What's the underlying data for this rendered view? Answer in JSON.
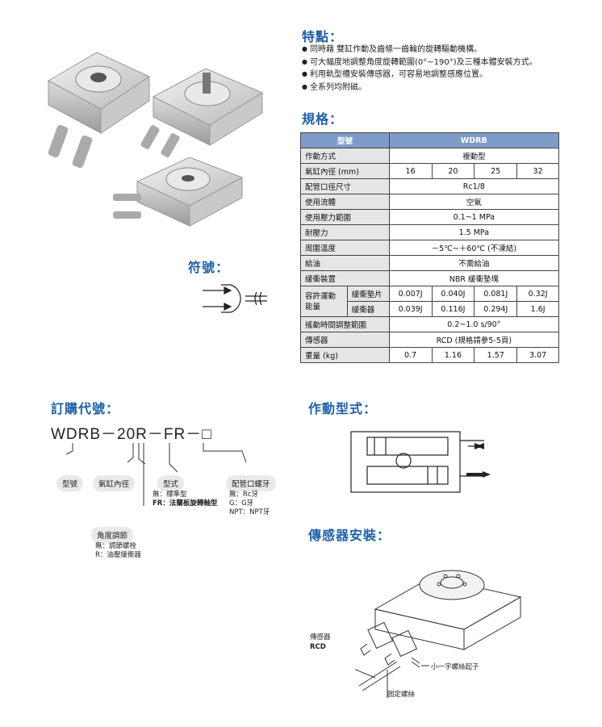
{
  "features": {
    "title": "特點：",
    "items": [
      "同時藉 雙缸作動及齒條一齒輪的旋轉驅動機構。",
      "可大幅度地調整角度旋轉範圍(0°~190°)及三種本體安裝方式。",
      "利用軌型槽安裝傳感器，可容易地調整感應位置。",
      "全系列均附磁。"
    ]
  },
  "spec": {
    "title": "規格：",
    "header": [
      "型號",
      "WDRB"
    ],
    "rows": {
      "action": [
        "作動方式",
        "複動型"
      ],
      "bore": [
        "氣缸內徑 (mm)",
        "16",
        "20",
        "25",
        "32"
      ],
      "port": [
        "配管口徑尺寸",
        "Rc1/8"
      ],
      "fluid": [
        "使用流體",
        "空氣"
      ],
      "pressure": [
        "使用壓力範圍",
        "0.1~1 MPa"
      ],
      "proof": [
        "耐壓力",
        "1.5 MPa"
      ],
      "temp": [
        "周圍溫度",
        "－5℃~＋60℃ (不凍結)"
      ],
      "lube": [
        "給油",
        "不需給油"
      ],
      "cushion": [
        "緩衝裝置",
        "NBR 緩衝墊塊"
      ],
      "energy_label": "容許運動能量",
      "energy_pad": [
        "緩衝墊片",
        "0.007J",
        "0.040J",
        "0.081J",
        "0.32J"
      ],
      "energy_absorber": [
        "緩衝器",
        "0.039J",
        "0.116J",
        "0.294J",
        "1.6J"
      ],
      "swing": [
        "搖動時間調整範圍",
        "0.2~1.0 s/90°"
      ],
      "sensor": [
        "傳感器",
        "RCD (規格請參5-5頁)"
      ],
      "weight": [
        "重量 (kg)",
        "0.7",
        "1.16",
        "1.57",
        "3.07"
      ]
    }
  },
  "symbol": {
    "title": "符號："
  },
  "order": {
    "title": "訂購代號：",
    "code": "WDRB－20R－FR－□",
    "labels": {
      "model": "型號",
      "bore": "氣缸內徑",
      "type": "型式",
      "port": "配管口螺牙",
      "angle": "角度調節"
    },
    "type_options": [
      "無：標準型",
      "FR：法蘭板旋轉軸型"
    ],
    "port_options": [
      "無：Rc牙",
      "G：G牙",
      "NPT：NPT牙"
    ],
    "angle_options": [
      "無：調節螺栓",
      "R：油壓緩衝器"
    ]
  },
  "action_type": {
    "title": "作動型式："
  },
  "sensor_install": {
    "title": "傳感器安裝：",
    "callouts": {
      "sensor": "傳感器",
      "rcd": "RCD",
      "screwdriver": "小一字螺絲起子",
      "screw": "固定螺絲"
    }
  }
}
